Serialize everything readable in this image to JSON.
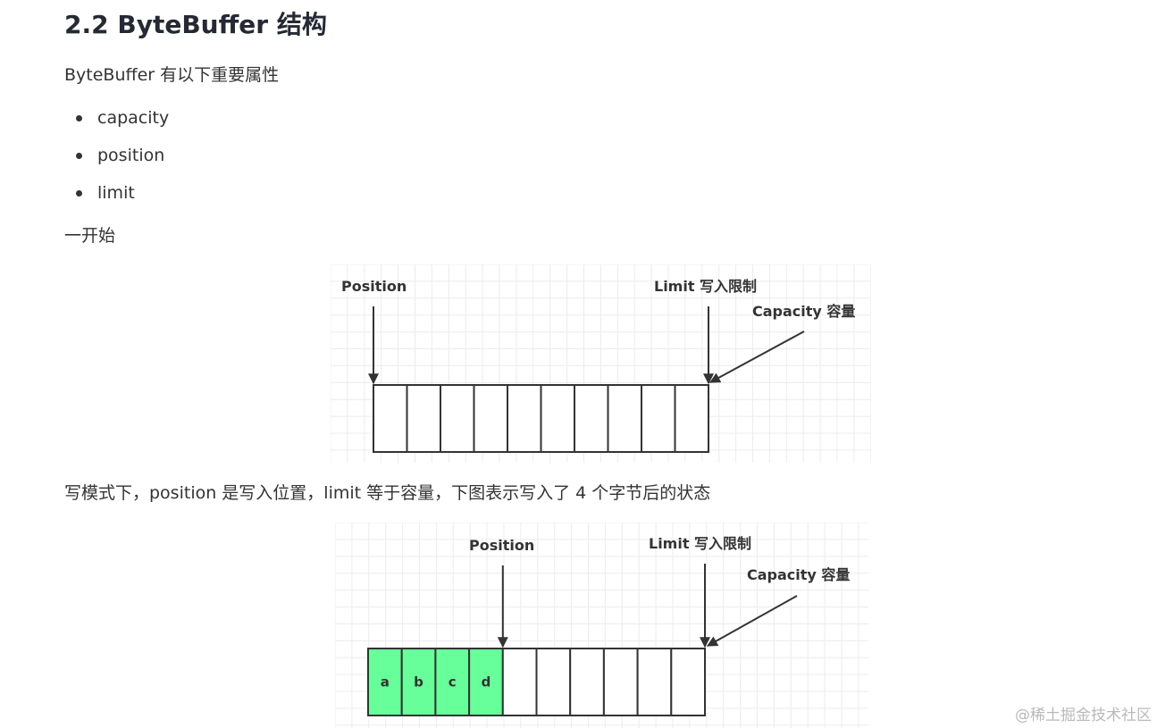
{
  "article": {
    "heading": "2.2 ByteBuffer 结构",
    "intro": "ByteBuffer 有以下重要属性",
    "properties": [
      "capacity",
      "position",
      "limit"
    ],
    "start_label": "一开始",
    "write_mode_text": "写模式下，position 是写入位置，limit 等于容量，下图表示写入了 4 个字节后的状态"
  },
  "figures": [
    {
      "labels": {
        "position": "Position",
        "limit": "Limit 写入限制",
        "capacity": "Capacity 容量"
      },
      "cells": [
        "",
        "",
        "",
        "",
        "",
        "",
        "",
        "",
        "",
        ""
      ],
      "filled_count": 0,
      "position_index": 0
    },
    {
      "labels": {
        "position": "Position",
        "limit": "Limit 写入限制",
        "capacity": "Capacity 容量"
      },
      "cells": [
        "a",
        "b",
        "c",
        "d",
        "",
        "",
        "",
        "",
        "",
        ""
      ],
      "filled_count": 4,
      "position_index": 4
    }
  ],
  "colors": {
    "filled_cell": "#66ff99",
    "grid": "#ececec",
    "stroke": "#333333"
  },
  "watermark": "@稀土掘金技术社区"
}
